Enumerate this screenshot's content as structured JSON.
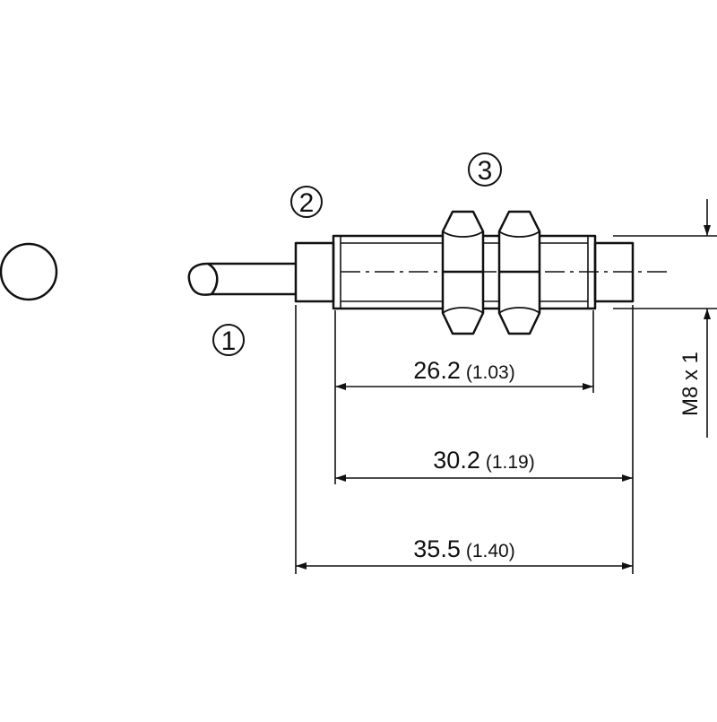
{
  "colors": {
    "stroke": "#111111",
    "background": "#ffffff"
  },
  "callouts": [
    {
      "id": "cable",
      "label": "1"
    },
    {
      "id": "housing",
      "label": "2"
    },
    {
      "id": "nuts",
      "label": "3"
    }
  ],
  "dimensions": [
    {
      "id": "dim-26",
      "value": "26.2",
      "inches": "(1.03)"
    },
    {
      "id": "dim-30",
      "value": "30.2",
      "inches": "(1.19)"
    },
    {
      "id": "dim-35",
      "value": "35.5",
      "inches": "(1.40)"
    }
  ],
  "thread_label": "M8 x 1"
}
